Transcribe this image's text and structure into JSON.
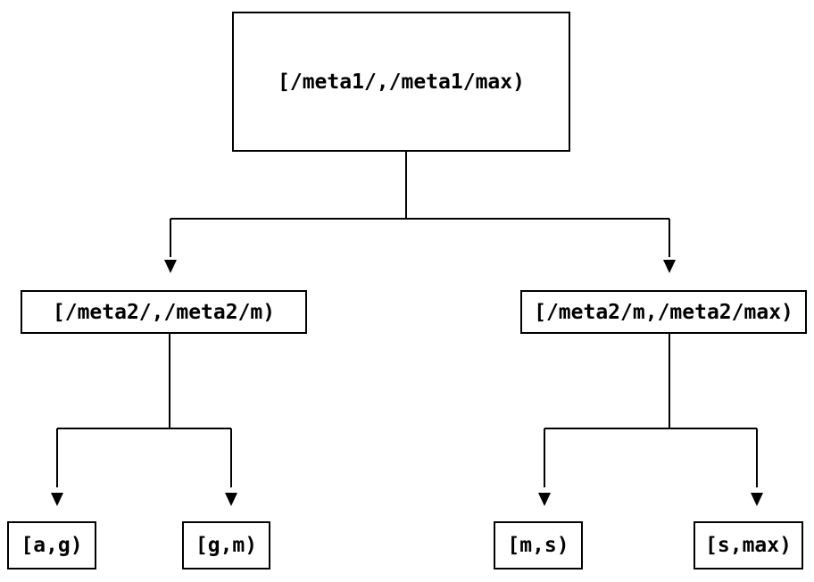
{
  "diagram": {
    "type": "tree",
    "colors": {
      "background": "#ffffff",
      "line": "#000000",
      "text": "#000000",
      "node_fill": "#ffffff"
    },
    "icons": {
      "arrowhead_down": "▼"
    },
    "nodes": {
      "root": {
        "label": "[/meta1/,/meta1/max)"
      },
      "left": {
        "label": "[/meta2/,/meta2/m)"
      },
      "right": {
        "label": "[/meta2/m,/meta2/max)"
      },
      "left_left": {
        "label": "[a,g)"
      },
      "left_right": {
        "label": "[g,m)"
      },
      "right_left": {
        "label": "[m,s)"
      },
      "right_right": {
        "label": "[s,max)"
      }
    },
    "edges": [
      {
        "from": "root",
        "to": "left"
      },
      {
        "from": "root",
        "to": "right"
      },
      {
        "from": "left",
        "to": "left_left"
      },
      {
        "from": "left",
        "to": "left_right"
      },
      {
        "from": "right",
        "to": "right_left"
      },
      {
        "from": "right",
        "to": "right_right"
      }
    ]
  }
}
